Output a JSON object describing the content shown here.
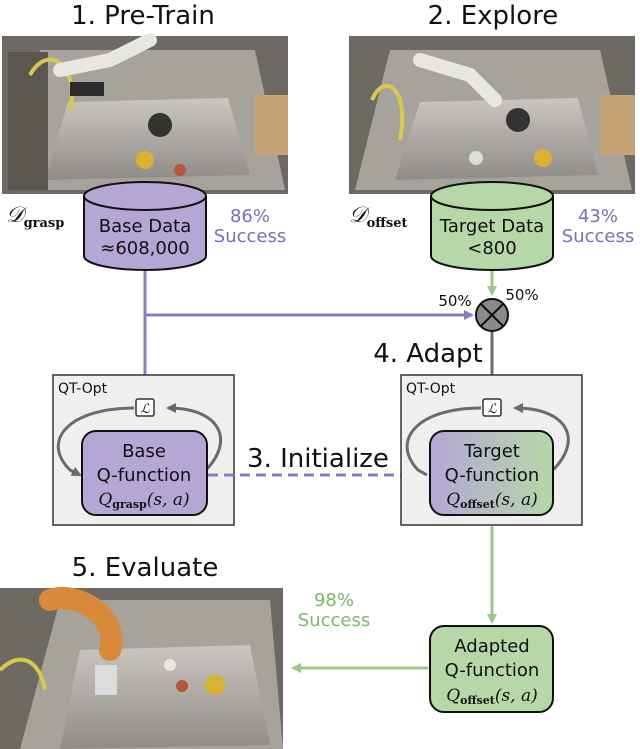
{
  "steps": {
    "pretrain": "1. Pre-Train",
    "explore": "2. Explore",
    "initialize": "3. Initialize",
    "adapt": "4. Adapt",
    "evaluate": "5. Evaluate"
  },
  "datasets": {
    "base": {
      "symbol": "𝒟",
      "subscript": "grasp",
      "line1": "Base Data",
      "line2": "≈608,000",
      "rate": "86%",
      "rate_label": "Success"
    },
    "target": {
      "symbol": "𝒟",
      "subscript": "offset",
      "line1": "Target Data",
      "line2": "<800",
      "rate": "43%",
      "rate_label": "Success"
    }
  },
  "mix": {
    "left_pct": "50%",
    "right_pct": "50%"
  },
  "qtopt": {
    "left_label": "QT-Opt",
    "right_label": "QT-Opt",
    "loss_symbol": "ℒ"
  },
  "qfunctions": {
    "base": {
      "line1": "Base",
      "line2": "Q-function",
      "formula_q": "Q",
      "formula_sub": "grasp",
      "formula_args": "(s, a)"
    },
    "target": {
      "line1": "Target",
      "line2": "Q-function",
      "formula_q": "Q",
      "formula_sub": "offset",
      "formula_args": "(s, a)"
    },
    "adapted": {
      "line1": "Adapted",
      "line2": "Q-function",
      "formula_q": "Q",
      "formula_sub": "offset",
      "formula_args": "(s, a)"
    }
  },
  "evaluation": {
    "rate": "98%",
    "rate_label": "Success"
  },
  "colors": {
    "purple": "#8e7cc3",
    "purple_fill": "#b4a7d6",
    "purple_text": "#7f6cb8",
    "green": "#9bc98a",
    "green_fill": "#b6d7a8",
    "green_text": "#7cb868",
    "gray_arrow": "#6b6b6b",
    "box_bg": "#efefef"
  },
  "icons": [
    "robot-photo",
    "database-cylinder-icon",
    "mix-circle-icon",
    "loss-icon",
    "loop-arrow-icon"
  ]
}
